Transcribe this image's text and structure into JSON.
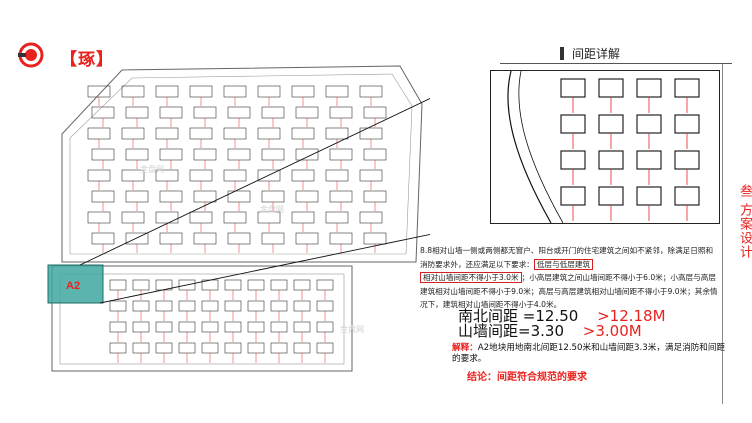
{
  "header": {
    "brand_label": "【琢】",
    "section_title": "间距详解"
  },
  "side_panel": {
    "vertical_text": "叁 方案设计"
  },
  "site_plan": {
    "block_label": "A2",
    "highlight_color": "#3fa7a0"
  },
  "description": {
    "intro": "8.8相对山墙一侧或两侧都无窗户、阳台或开门的住宅建筑之间如不紧邻，除满足日照和消防要求外，还应满足以下要求：",
    "boxed_1": "低层与低层建筑",
    "boxed_2": "相对山墙间距不得小于3.0米",
    "rest": "；小高层建筑之间山墙间距不得小于6.0米；小高层与高层建筑相对山墙间距不得小于9.0米；高层与高层建筑相对山墙间距不得小于9.0米；其余情况下，建筑相对山墙间距不得小于4.0米。"
  },
  "metrics": {
    "north_south_label": "南北间距",
    "north_south_value": "=12.50",
    "north_south_requirement": ">12.18M",
    "gable_label": "山墙间距",
    "gable_value": "=3.30",
    "gable_requirement": ">3.00M"
  },
  "explanation": {
    "label": "解释：",
    "text": "A2地块用地南北间距12.50米和山墙间距3.3米，满足消防和间距的要求。"
  },
  "conclusion": "结论：间距符合规范的要求",
  "watermark": "金盘网"
}
